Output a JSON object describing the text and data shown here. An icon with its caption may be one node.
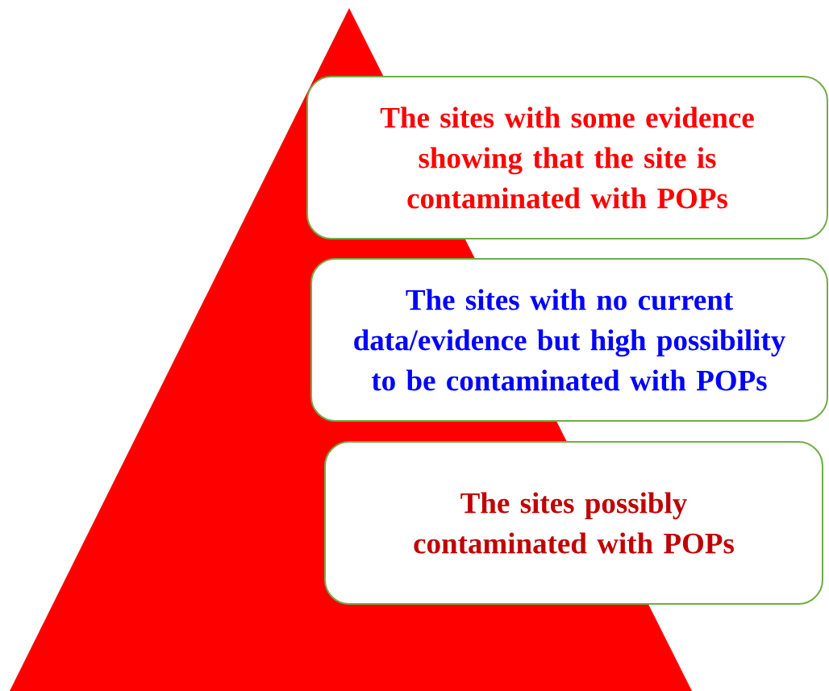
{
  "diagram": {
    "nodes": [
      {
        "text": [
          "The sites with some evidence showing that the site is contaminated with POPs"
        ]
      },
      {
        "text": [
          "The sites with no current data/evidence but high possibility to be contaminated with POPs"
        ]
      },
      {
        "text": [
          "The sites possibly contaminated with POPs"
        ]
      }
    ]
  }
}
